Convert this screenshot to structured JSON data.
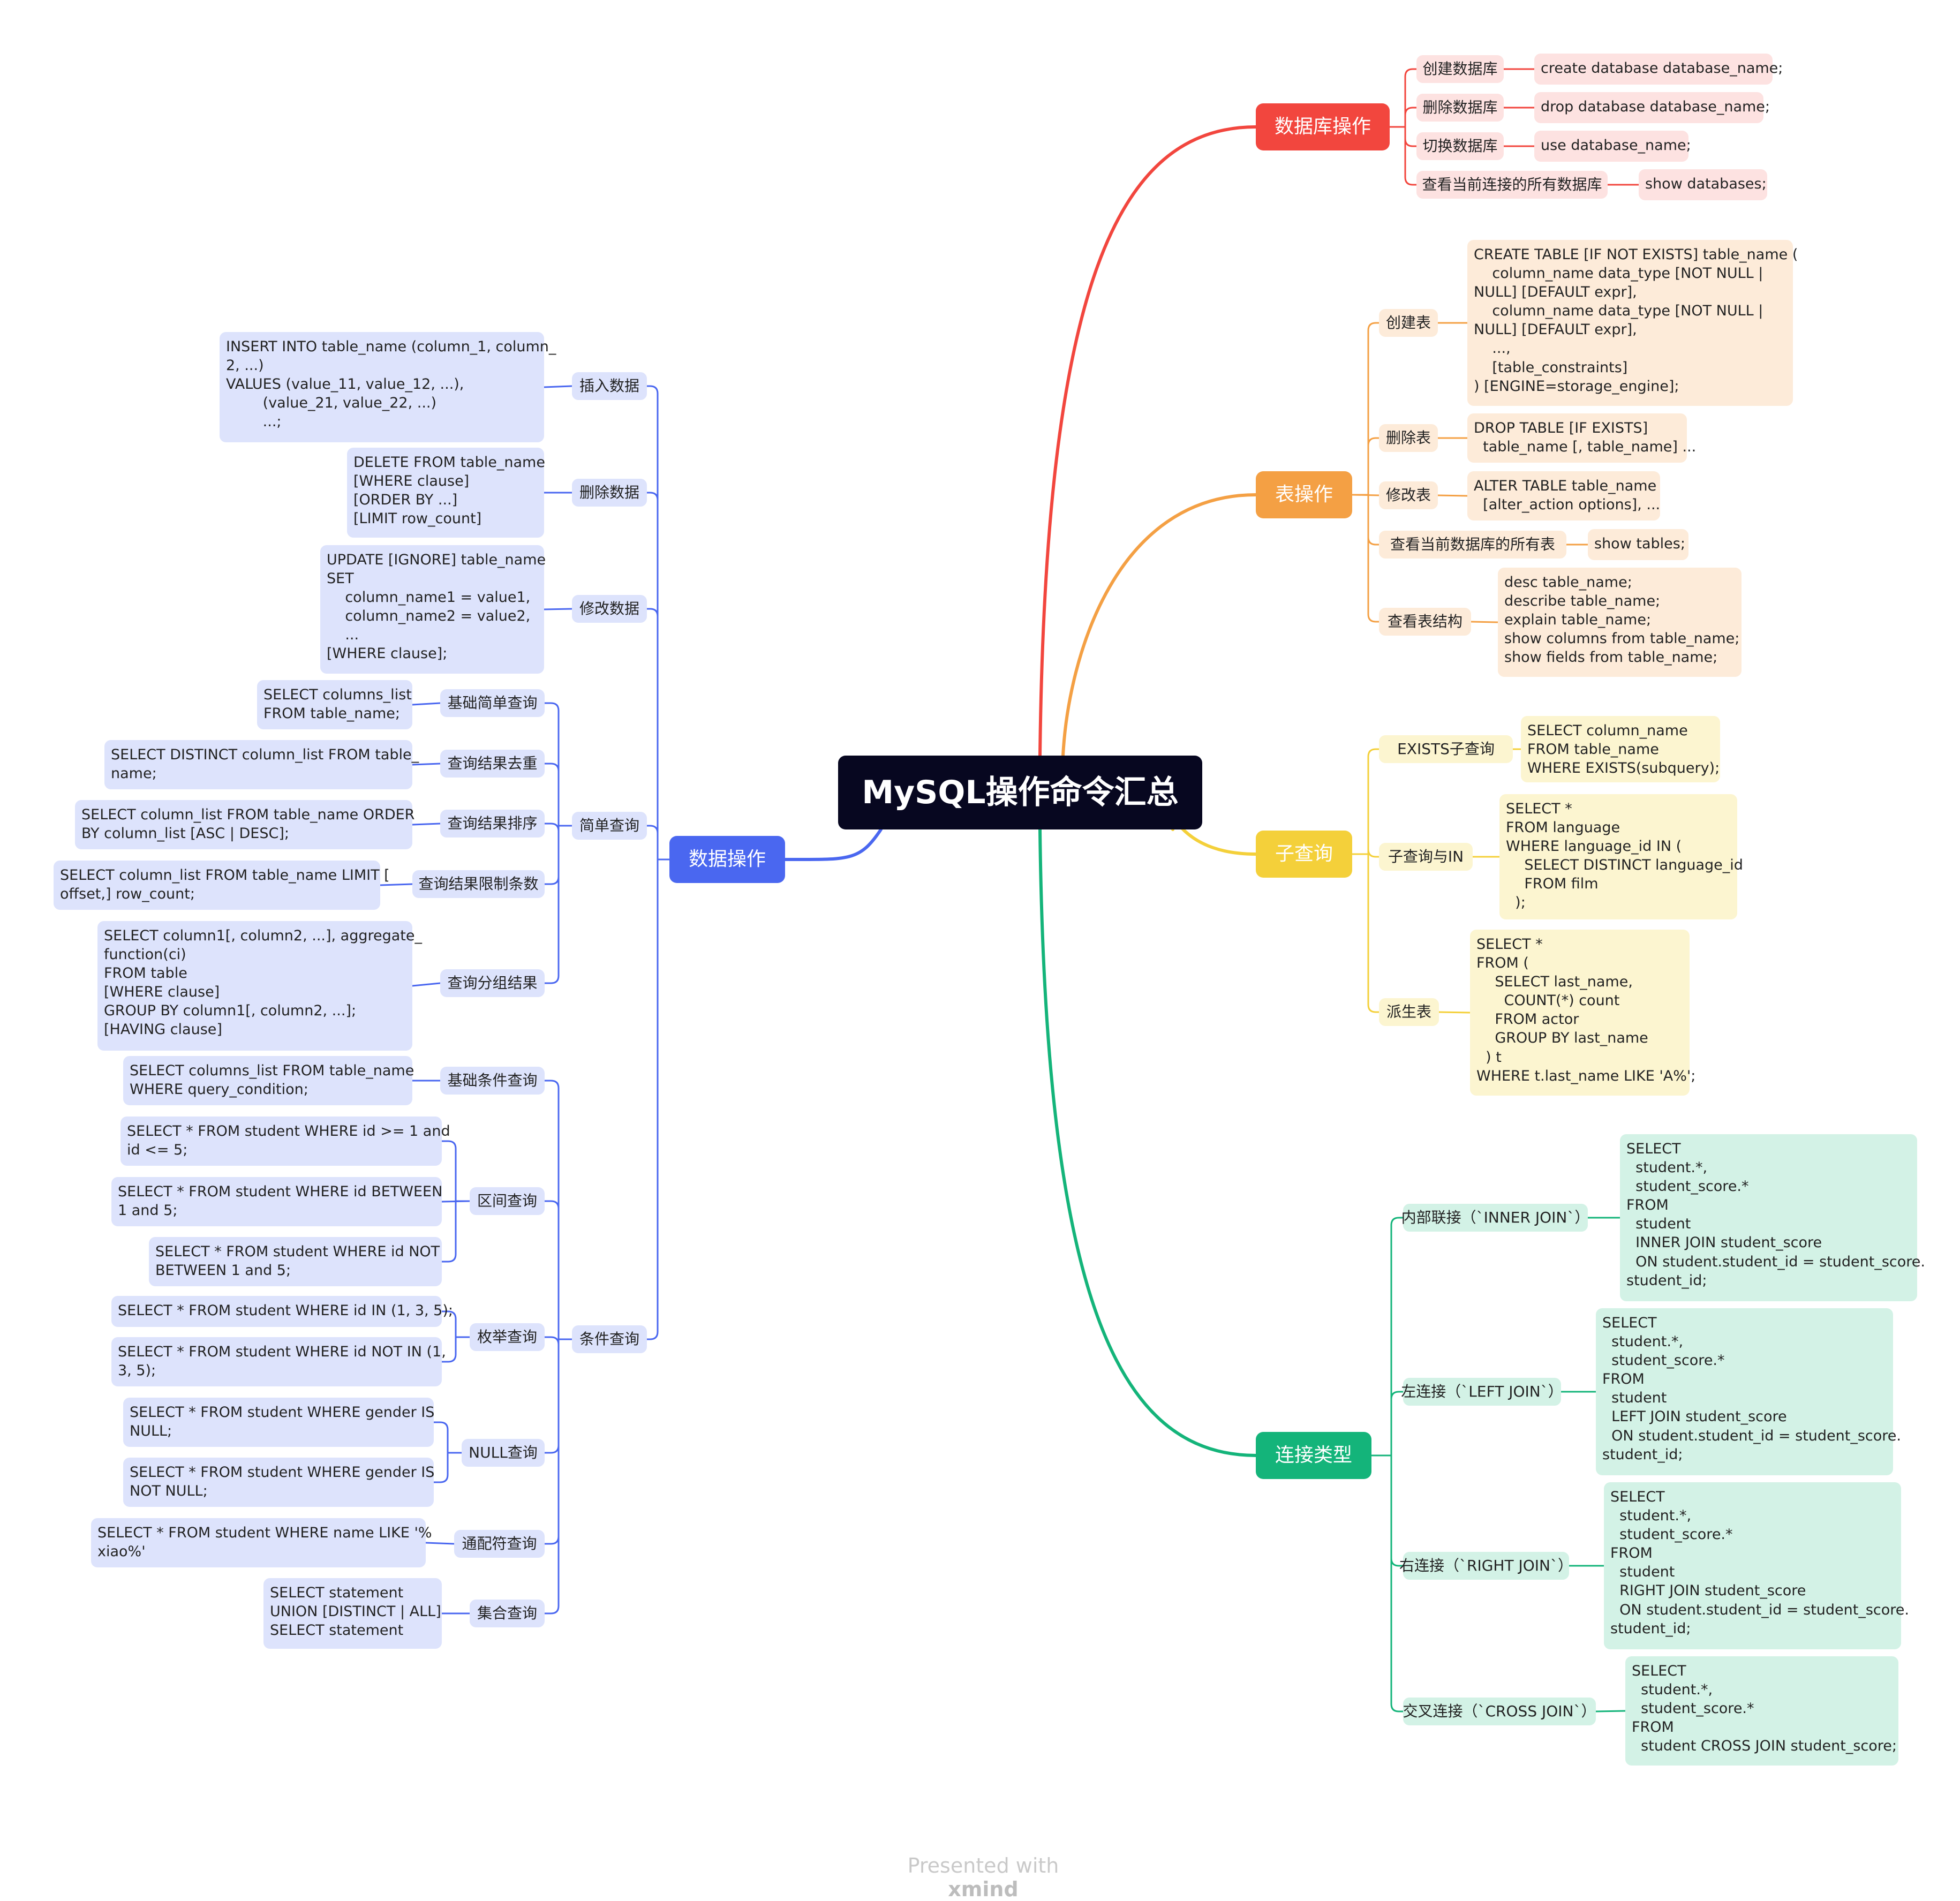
{
  "central": {
    "title": "MySQL操作命令汇总",
    "color": "#070720"
  },
  "branches": [
    {
      "name": "数据库操作",
      "color": "#f2463e",
      "sub_bg": "#fde2e1",
      "leaf_bg": "#fde2e1",
      "text": "#222222",
      "children": [
        {
          "label": "创建数据库",
          "leaves": [
            "create database database_name;"
          ]
        },
        {
          "label": "删除数据库",
          "leaves": [
            "drop database database_name;"
          ]
        },
        {
          "label": "切换数据库",
          "leaves": [
            "use database_name;"
          ]
        },
        {
          "label": "查看当前连接的所有数据库",
          "leaves": [
            "show databases;"
          ]
        }
      ]
    },
    {
      "name": "表操作",
      "color": "#f4a044",
      "sub_bg": "#fdebd9",
      "leaf_bg": "#fdebd9",
      "text": "#222222",
      "children": [
        {
          "label": "创建表",
          "leaves": [
            "CREATE TABLE [IF NOT EXISTS] table_name (\n    column_name data_type [NOT NULL |\nNULL] [DEFAULT expr],\n    column_name data_type [NOT NULL |\nNULL] [DEFAULT expr],\n    ...,\n    [table_constraints]\n) [ENGINE=storage_engine];"
          ]
        },
        {
          "label": "删除表",
          "leaves": [
            "DROP TABLE [IF EXISTS]\n  table_name [, table_name] ..."
          ]
        },
        {
          "label": "修改表",
          "leaves": [
            "ALTER TABLE table_name\n  [alter_action options], ..."
          ]
        },
        {
          "label": "查看当前数据库的所有表",
          "leaves": [
            "show tables;"
          ]
        },
        {
          "label": "查看表结构",
          "leaves": [
            "desc table_name;\ndescribe table_name;\nexplain table_name;\nshow columns from table_name;\nshow fields from table_name;"
          ]
        }
      ]
    },
    {
      "name": "子查询",
      "color": "#f4d03a",
      "sub_bg": "#fcf5d0",
      "leaf_bg": "#fcf5d0",
      "text": "#222222",
      "children": [
        {
          "label": "EXISTS子查询",
          "leaves": [
            "SELECT column_name\nFROM table_name\nWHERE EXISTS(subquery);"
          ]
        },
        {
          "label": "子查询与IN",
          "leaves": [
            "SELECT *\nFROM language\nWHERE language_id IN (\n    SELECT DISTINCT language_id\n    FROM film\n  );"
          ]
        },
        {
          "label": "派生表",
          "leaves": [
            "SELECT *\nFROM (\n    SELECT last_name,\n      COUNT(*) count\n    FROM actor\n    GROUP BY last_name\n  ) t\nWHERE t.last_name LIKE 'A%';"
          ]
        }
      ]
    },
    {
      "name": "连接类型",
      "color": "#14b47a",
      "sub_bg": "#d3f2e6",
      "leaf_bg": "#d3f2e6",
      "text": "#222222",
      "children": [
        {
          "label": "内部联接（`INNER JOIN`）",
          "leaves": [
            "SELECT\n  student.*,\n  student_score.*\nFROM\n  student\n  INNER JOIN student_score\n  ON student.student_id = student_score.\nstudent_id;"
          ]
        },
        {
          "label": "左连接（`LEFT JOIN`）",
          "leaves": [
            "SELECT\n  student.*,\n  student_score.*\nFROM\n  student\n  LEFT JOIN student_score\n  ON student.student_id = student_score.\nstudent_id;"
          ]
        },
        {
          "label": "右连接（`RIGHT JOIN`）",
          "leaves": [
            "SELECT\n  student.*,\n  student_score.*\nFROM\n  student\n  RIGHT JOIN student_score\n  ON student.student_id = student_score.\nstudent_id;"
          ]
        },
        {
          "label": "交叉连接（`CROSS JOIN`）",
          "leaves": [
            "SELECT\n  student.*,\n  student_score.*\nFROM\n  student CROSS JOIN student_score;"
          ]
        }
      ]
    },
    {
      "name": "数据操作",
      "color": "#4a67f0",
      "sub_bg": "#dde3fc",
      "leaf_bg": "#dde3fc",
      "text": "#222222",
      "children": [
        {
          "label": "插入数据",
          "leaves": [
            "INSERT INTO table_name (column_1, column_\n2, ...)\nVALUES (value_11, value_12, ...),\n        (value_21, value_22, ...)\n        ...;"
          ]
        },
        {
          "label": "删除数据",
          "leaves": [
            "DELETE FROM table_name\n[WHERE clause]\n[ORDER BY ...]\n[LIMIT row_count]"
          ]
        },
        {
          "label": "修改数据",
          "leaves": [
            "UPDATE [IGNORE] table_name\nSET\n    column_name1 = value1,\n    column_name2 = value2,\n    ...\n[WHERE clause];"
          ]
        },
        {
          "label": "简单查询",
          "groups": [
            {
              "label": "基础简单查询",
              "leaves": [
                "SELECT columns_list\nFROM table_name;"
              ]
            },
            {
              "label": "查询结果去重",
              "leaves": [
                "SELECT DISTINCT column_list FROM table_\nname;"
              ]
            },
            {
              "label": "查询结果排序",
              "leaves": [
                "SELECT column_list FROM table_name ORDER\nBY column_list [ASC | DESC];"
              ]
            },
            {
              "label": "查询结果限制条数",
              "leaves": [
                "SELECT column_list FROM table_name LIMIT [\noffset,] row_count;"
              ]
            },
            {
              "label": "查询分组结果",
              "leaves": [
                "SELECT column1[, column2, ...], aggregate_\nfunction(ci)\nFROM table\n[WHERE clause]\nGROUP BY column1[, column2, ...];\n[HAVING clause]"
              ]
            }
          ]
        },
        {
          "label": "条件查询",
          "groups": [
            {
              "label": "基础条件查询",
              "leaves": [
                "SELECT columns_list FROM table_name\nWHERE query_condition;"
              ]
            },
            {
              "label": "区间查询",
              "leaves": [
                "SELECT * FROM student WHERE id >= 1 and\nid <= 5;",
                "SELECT * FROM student WHERE id BETWEEN\n1 and 5;",
                "SELECT * FROM student WHERE id NOT\nBETWEEN 1 and 5;"
              ]
            },
            {
              "label": "枚举查询",
              "leaves": [
                "SELECT * FROM student WHERE id IN (1, 3, 5);",
                "SELECT * FROM student WHERE id NOT IN (1,\n3, 5);"
              ]
            },
            {
              "label": "NULL查询",
              "leaves": [
                "SELECT * FROM student WHERE gender IS\nNULL;",
                "SELECT * FROM student WHERE gender IS\nNOT NULL;"
              ]
            },
            {
              "label": "通配符查询",
              "leaves": [
                "SELECT * FROM student WHERE name LIKE '%\nxiao%'"
              ]
            },
            {
              "label": "集合查询",
              "leaves": [
                "SELECT statement\nUNION [DISTINCT | ALL]\nSELECT statement"
              ]
            }
          ]
        }
      ]
    }
  ],
  "footer": {
    "prefix": "Presented with ",
    "brand": "xmind"
  }
}
